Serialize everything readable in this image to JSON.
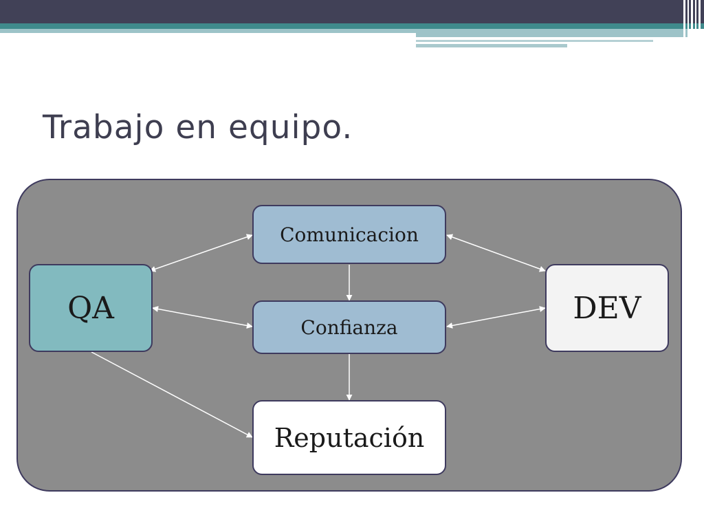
{
  "slide": {
    "title": "Trabajo en equipo."
  },
  "nodes": {
    "qa": "QA",
    "dev": "DEV",
    "comunicacion": "Comunicacion",
    "confianza": "Confianza",
    "reputacion": "Reputación"
  },
  "colors": {
    "panel": "#8c8c8c",
    "qa": "#82babf",
    "dev": "#f3f3f3",
    "center": "#9fbcd2",
    "reputacion": "#ffffff",
    "border": "#3e3a5e",
    "title": "#3e3e50",
    "header_dark": "#414157",
    "header_teal": "#3f8a8c"
  }
}
